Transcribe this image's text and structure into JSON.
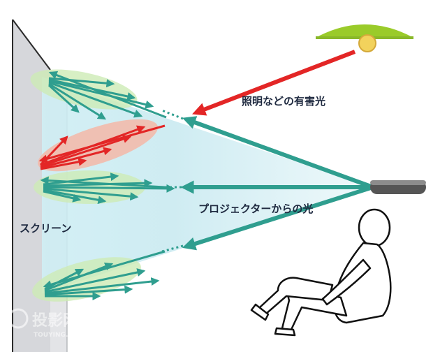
{
  "labels": {
    "harmful_light": "照明などの有害光",
    "projector_light": "プロジェクターからの光",
    "screen": "スクリーン"
  },
  "watermark": {
    "text": "投影网",
    "sub": "TOUYING.COM"
  },
  "colors": {
    "screen_fill": "#dcdde0",
    "screen_edge": "#2b2b2b",
    "beam_cyan": "#bfe6ee",
    "arrow_teal": "#2f9e8f",
    "arrow_red": "#e32626",
    "glow_green": "#cdebb5",
    "glow_red": "#f4b7a7",
    "lamp_green": "#9acb2a",
    "lamp_bulb": "#f2d25c",
    "projector_body": "#555555",
    "label_text": "#1f2a40"
  }
}
